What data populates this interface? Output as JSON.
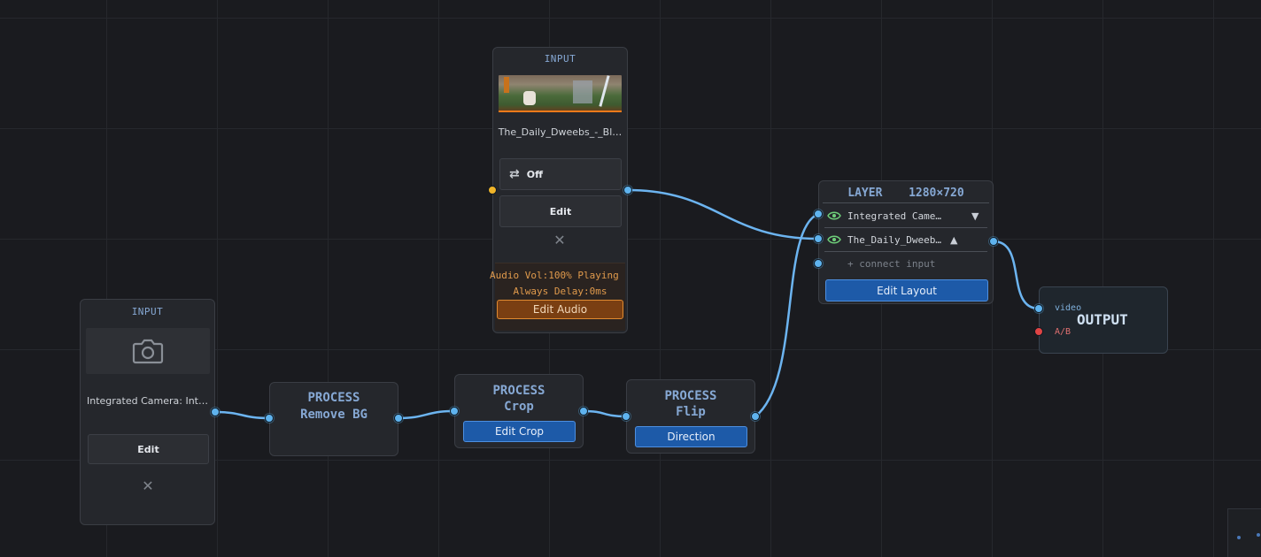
{
  "camera_node": {
    "header": "INPUT",
    "device_name": "Integrated Camera: Int…",
    "edit_label": "Edit",
    "close_glyph": "✕"
  },
  "video_node": {
    "header": "INPUT",
    "file_name": "The_Daily_Dweebs_-_Bl…",
    "loop_icon": "⇄",
    "loop_label": "Off",
    "edit_label": "Edit",
    "close_glyph": "✕",
    "audio_line1": "Audio  Vol:100%  Playing",
    "audio_line2": "Always  Delay:0ms",
    "edit_audio_label": "Edit Audio"
  },
  "process_remove_bg": {
    "kind": "PROCESS",
    "name": "Remove BG"
  },
  "process_crop": {
    "kind": "PROCESS",
    "name": "Crop",
    "button_label": "Edit Crop"
  },
  "process_flip": {
    "kind": "PROCESS",
    "name": "Flip",
    "button_label": "Direction"
  },
  "layer_node": {
    "kind": "LAYER",
    "resolution": "1280×720",
    "rows": [
      {
        "label": "Integrated Came…",
        "arrow": "▼"
      },
      {
        "label": "The_Daily_Dweeb…",
        "arrow": "▲"
      }
    ],
    "connect_hint": "+ connect input",
    "edit_layout_label": "Edit Layout"
  },
  "output_node": {
    "video_port_label": "video",
    "ab_port_label": "A/B",
    "title": "OUTPUT"
  },
  "colors": {
    "wire": "#6cb4f0",
    "accent_blue": "#1d5aa8",
    "audio_orange": "#d98a2e",
    "port_orange": "#f0b429",
    "port_red": "#e04444"
  }
}
